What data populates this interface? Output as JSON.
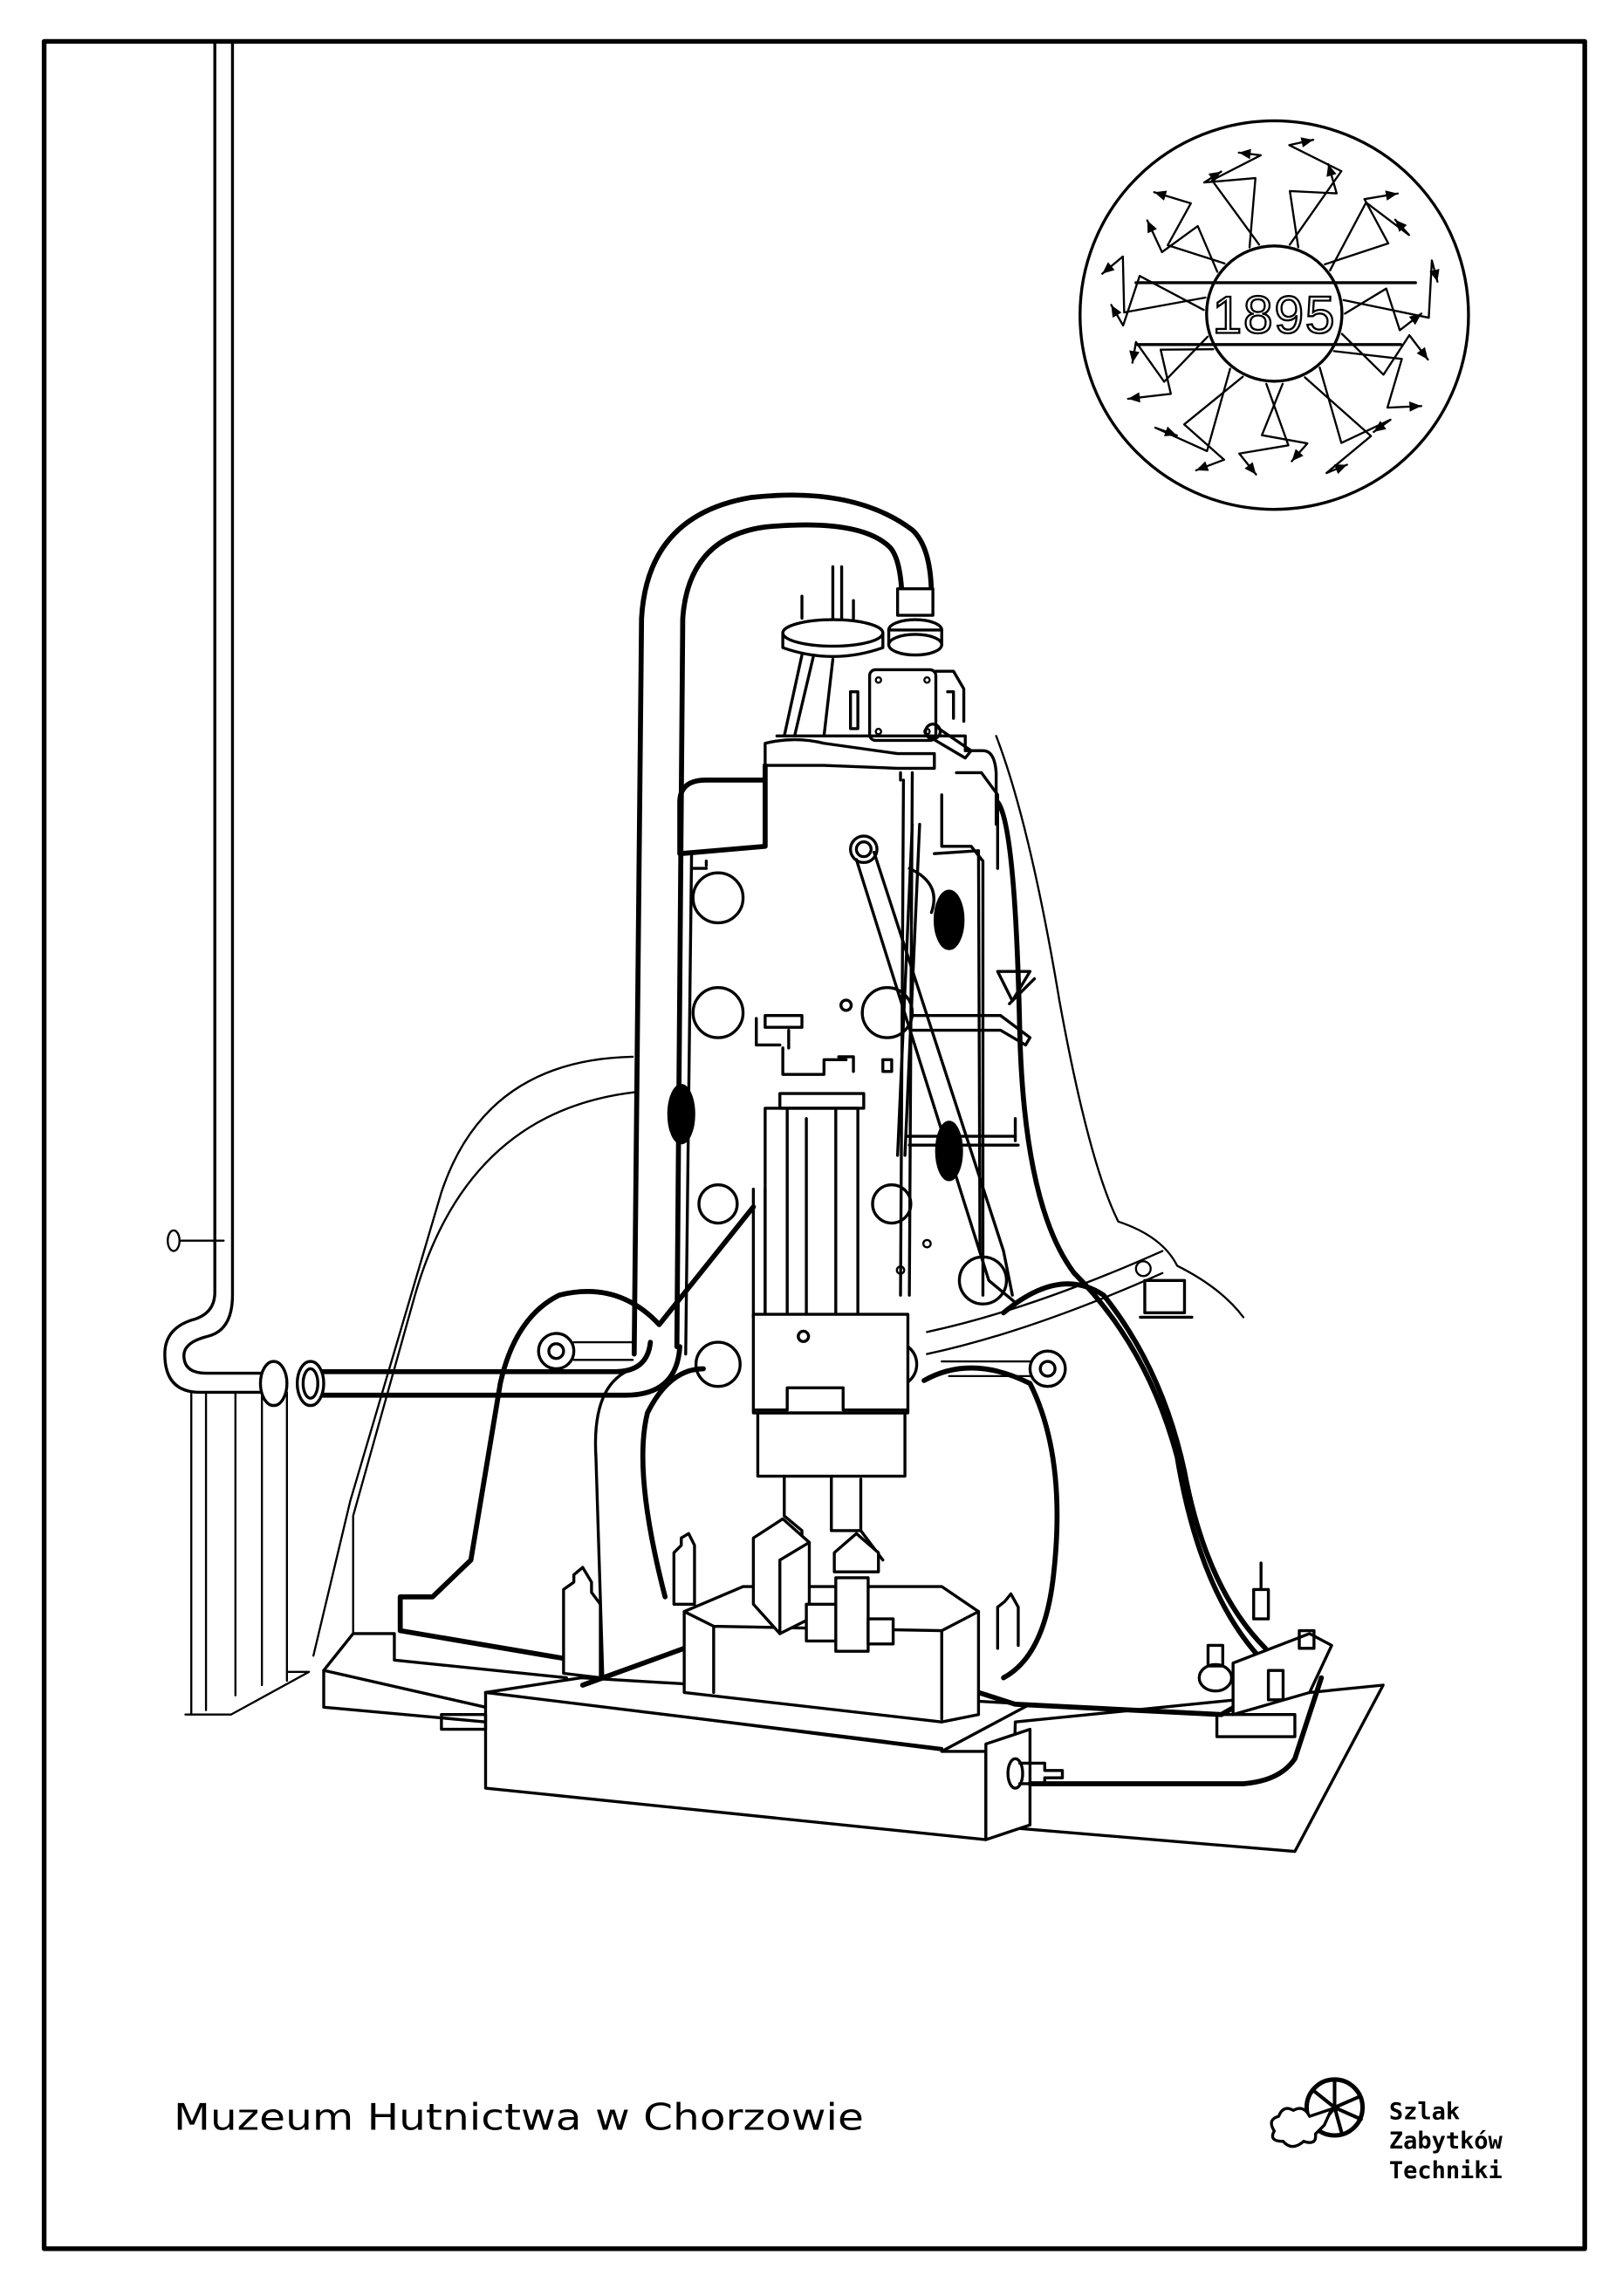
{
  "caption": "Muzeum Hutnictwa w Chorzowie",
  "medallion": {
    "year": "1895"
  },
  "logo": {
    "line1": "Szlak",
    "line2": "Zabytków",
    "line3": "Techniki"
  },
  "colors": {
    "ink": "#000000",
    "paper": "#ffffff"
  }
}
